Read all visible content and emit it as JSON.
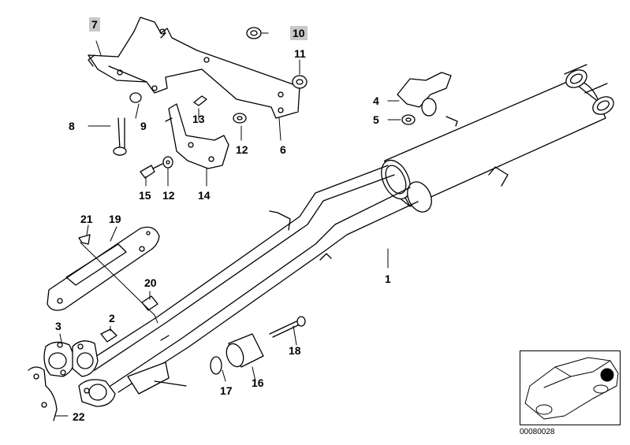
{
  "diagram": {
    "code": "00080028",
    "callouts": [
      {
        "key": "c7",
        "text": "7",
        "highlighted": true
      },
      {
        "key": "c10",
        "text": "10",
        "highlighted": true
      },
      {
        "key": "c11",
        "text": "11"
      },
      {
        "key": "c8",
        "text": "8"
      },
      {
        "key": "c9",
        "text": "9"
      },
      {
        "key": "c13",
        "text": "13"
      },
      {
        "key": "c12a",
        "text": "12"
      },
      {
        "key": "c6",
        "text": "6"
      },
      {
        "key": "c15",
        "text": "15"
      },
      {
        "key": "c12b",
        "text": "12"
      },
      {
        "key": "c14",
        "text": "14"
      },
      {
        "key": "c4",
        "text": "4"
      },
      {
        "key": "c5",
        "text": "5"
      },
      {
        "key": "c21",
        "text": "21"
      },
      {
        "key": "c19",
        "text": "19"
      },
      {
        "key": "c20",
        "text": "20"
      },
      {
        "key": "c1",
        "text": "1"
      },
      {
        "key": "c2",
        "text": "2"
      },
      {
        "key": "c3",
        "text": "3"
      },
      {
        "key": "c18",
        "text": "18"
      },
      {
        "key": "c17",
        "text": "17"
      },
      {
        "key": "c16",
        "text": "16"
      },
      {
        "key": "c22",
        "text": "22"
      }
    ],
    "colors": {
      "line": "#000000",
      "label_highlight": "#c8c8c8",
      "background": "#ffffff",
      "marker": "#000000"
    }
  }
}
